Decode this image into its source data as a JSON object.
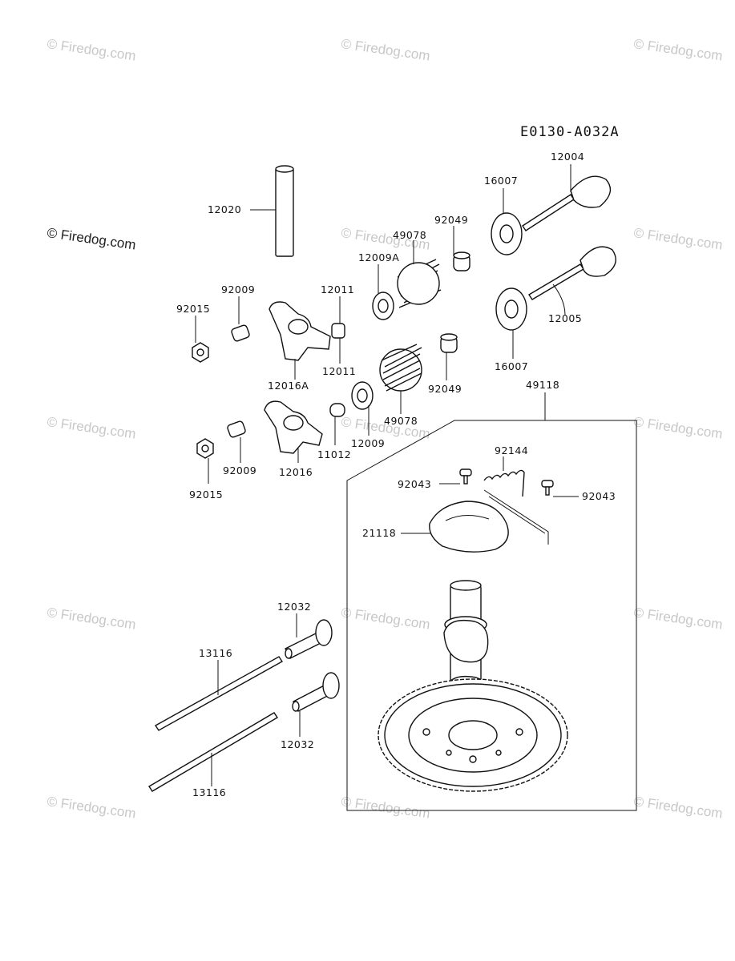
{
  "diagram_code": "E0130-A032A",
  "watermark_text": "© Firedog.com",
  "parts": {
    "pushrod_pin": "12020",
    "valve_exhaust": "12004",
    "valve_intake": "12005",
    "retainer_top": "16007",
    "retainer_bottom": "16007",
    "cap_top": "92049",
    "cap_bottom": "92049",
    "spring_top": "49078",
    "spring_bottom": "49078",
    "seat_top": "12009A",
    "seat_bottom": "12009",
    "collet_top": "12011",
    "collet_bottom": "12011",
    "nut_top": "92015",
    "nut_bottom": "92015",
    "adjuster_top": "92009",
    "adjuster_bottom": "92009",
    "rocker_top": "12016A",
    "rocker_bottom": "12016",
    "bushing": "11012",
    "camshaft_assy": "49118",
    "spring_governor": "92144",
    "bolt_left": "92043",
    "bolt_right": "92043",
    "weight": "21118",
    "tappet_top": "12032",
    "tappet_bottom": "12032",
    "pushrod_top": "13116",
    "pushrod_bottom": "13116"
  }
}
